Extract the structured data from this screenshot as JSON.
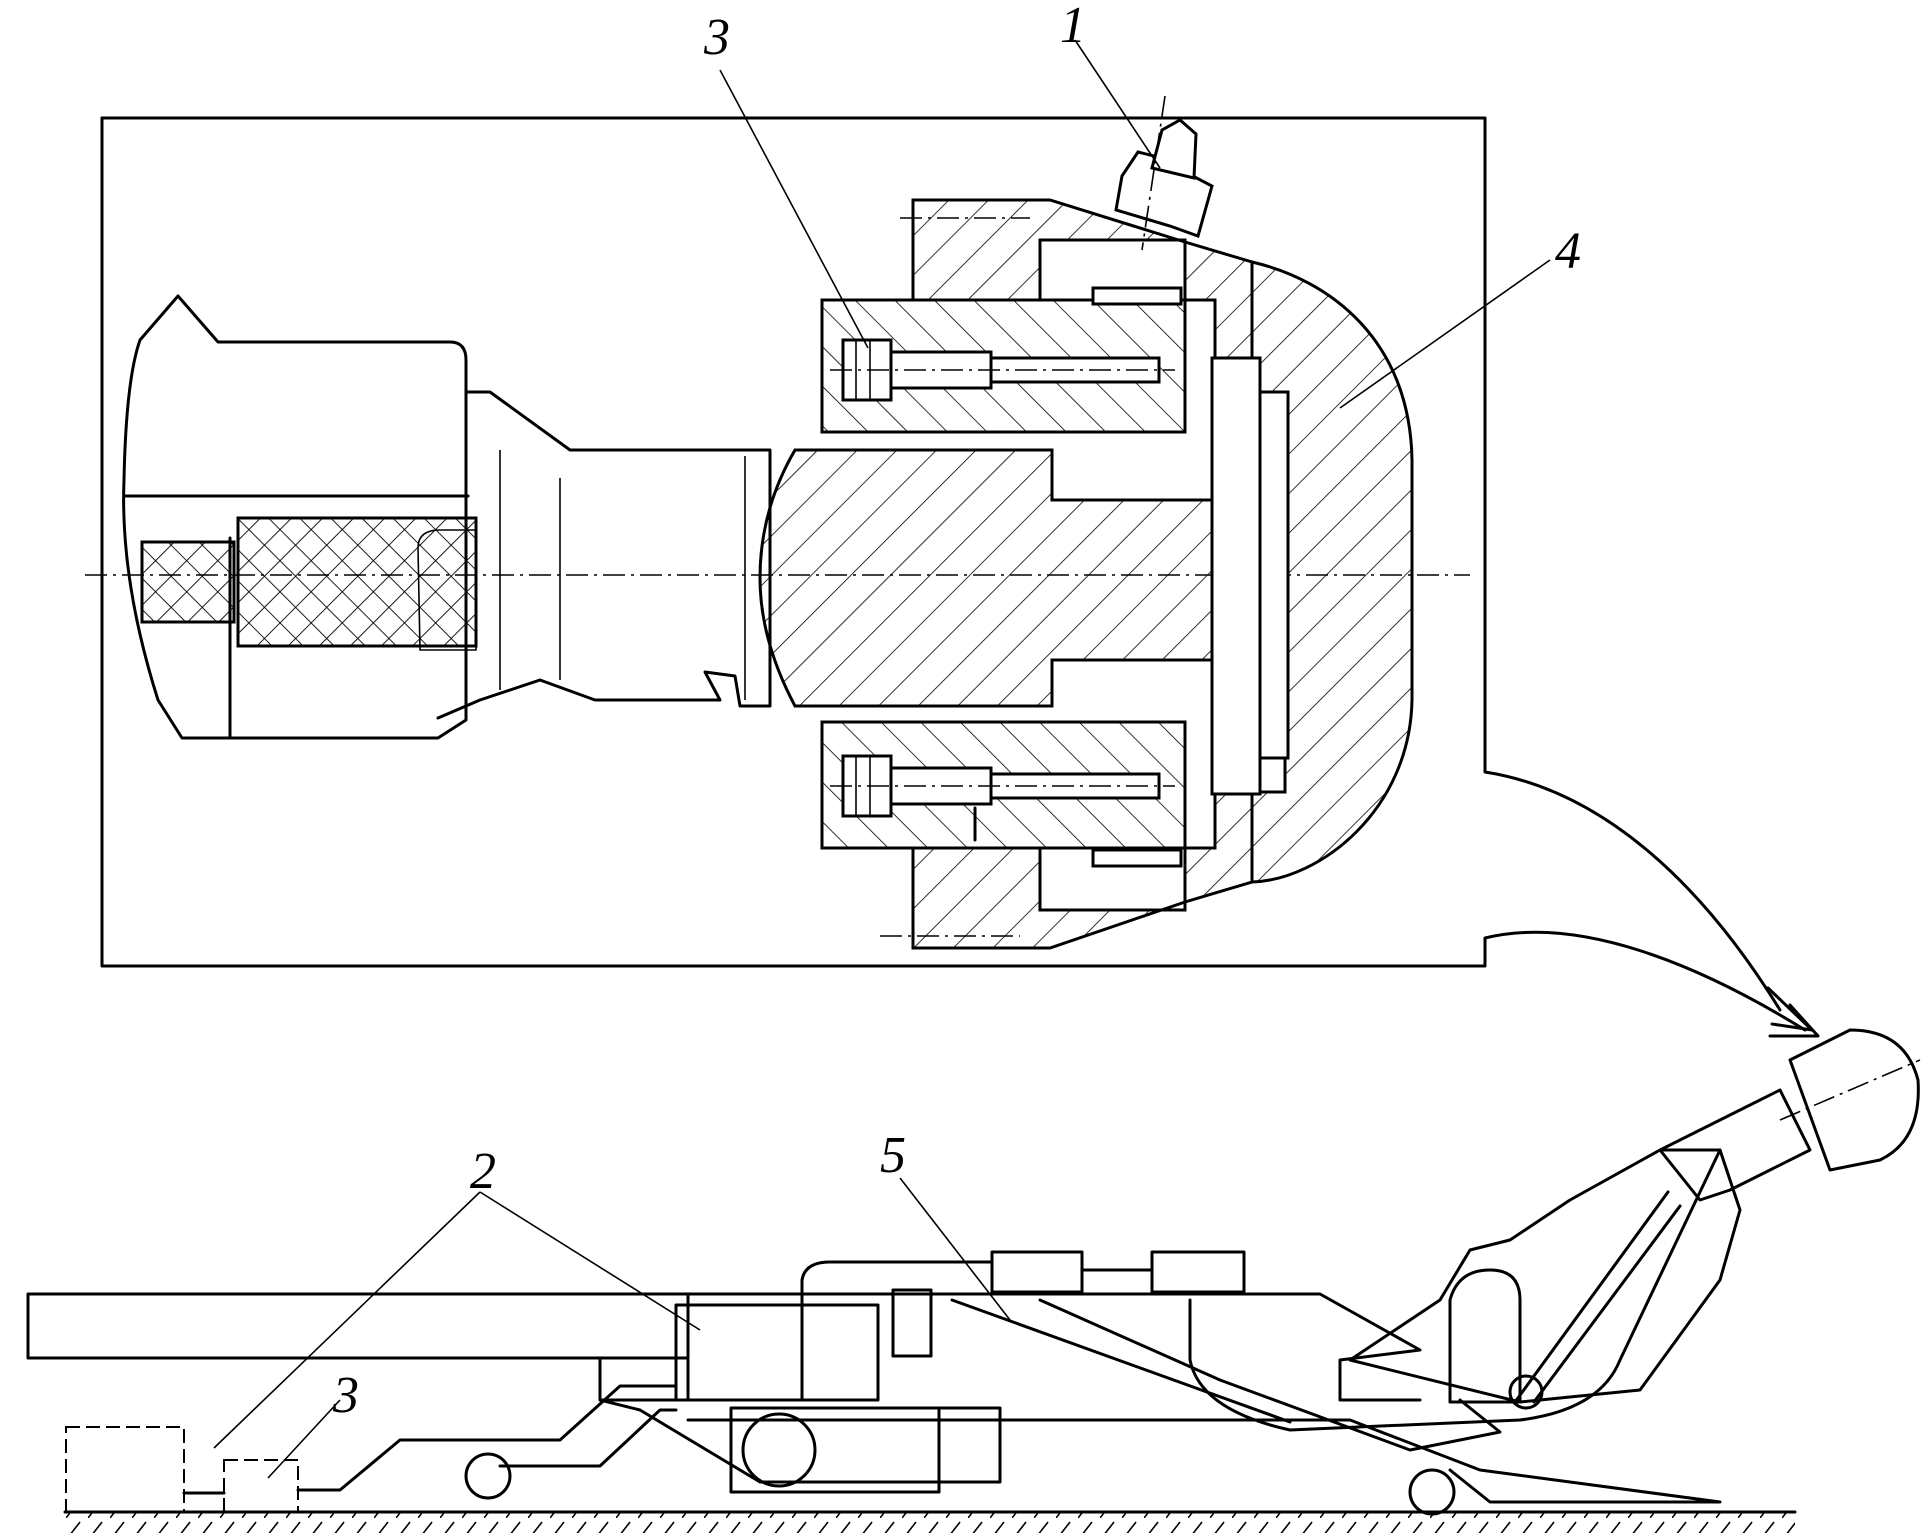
{
  "callouts": [
    {
      "id": "c1",
      "label": "1"
    },
    {
      "id": "c2",
      "label": "2"
    },
    {
      "id": "c3a",
      "label": "3"
    },
    {
      "id": "c3b",
      "label": "3"
    },
    {
      "id": "c4",
      "label": "4"
    },
    {
      "id": "c5",
      "label": "5"
    }
  ]
}
